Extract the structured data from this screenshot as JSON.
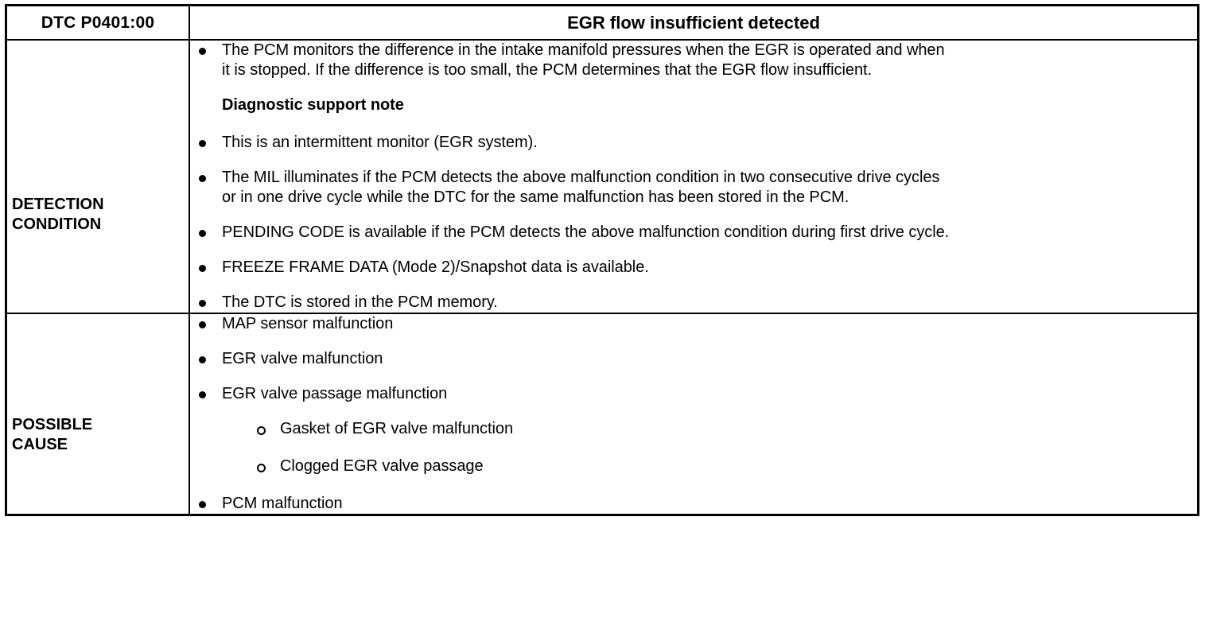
{
  "document": {
    "type": "dtc-diagnostic-table",
    "header": {
      "dtc_code": "DTC P0401:00",
      "title": "EGR flow insufficient detected"
    },
    "rows": [
      {
        "label": "DETECTION\nCONDITION",
        "items": [
          {
            "kind": "bullet",
            "text": "The PCM monitors the difference in the intake manifold pressures when the EGR is operated and when\nit is stopped. If the difference is too small, the PCM determines that the EGR flow insufficient."
          },
          {
            "kind": "note",
            "text": "Diagnostic support note"
          },
          {
            "kind": "bullet",
            "text": "This is an intermittent monitor (EGR system)."
          },
          {
            "kind": "bullet",
            "text": "The MIL illuminates if the PCM detects the above malfunction condition in two consecutive drive cycles\nor in one drive cycle while the DTC for the same malfunction has been stored in the PCM."
          },
          {
            "kind": "bullet",
            "text": "PENDING CODE is available if the PCM detects the above malfunction condition during first drive cycle."
          },
          {
            "kind": "bullet",
            "text": "FREEZE FRAME DATA (Mode 2)/Snapshot data is available."
          },
          {
            "kind": "bullet",
            "text": "The DTC is stored in the PCM memory."
          }
        ]
      },
      {
        "label": "POSSIBLE\nCAUSE",
        "items": [
          {
            "kind": "bullet",
            "text": "MAP sensor malfunction"
          },
          {
            "kind": "bullet",
            "text": "EGR valve malfunction"
          },
          {
            "kind": "bullet",
            "text": "EGR valve passage malfunction"
          },
          {
            "kind": "sub",
            "text": "Gasket of EGR valve malfunction"
          },
          {
            "kind": "sub",
            "text": "Clogged EGR valve passage"
          },
          {
            "kind": "bullet",
            "text": "PCM malfunction"
          }
        ]
      }
    ]
  },
  "colors": {
    "text": "#000000",
    "background": "#ffffff",
    "border": "#000000"
  }
}
